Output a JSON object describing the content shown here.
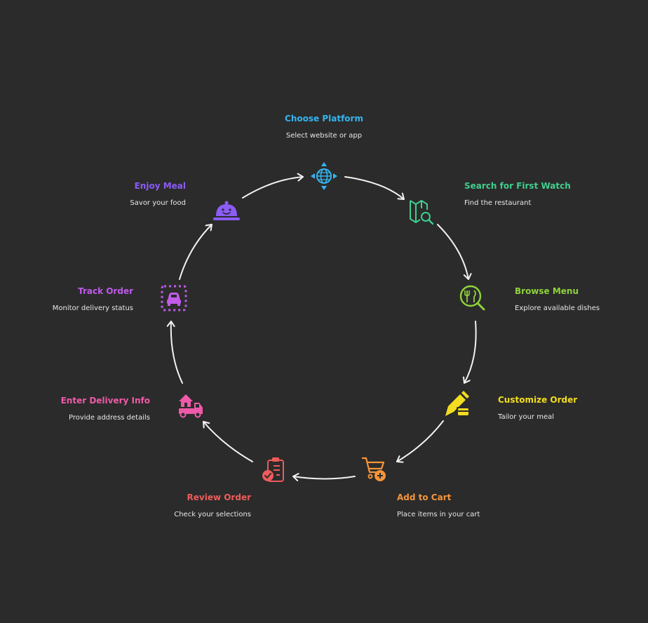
{
  "colors": {
    "background": "#2b2b2b",
    "arrow": "#f2f2f2",
    "description": "#e8e8e8"
  },
  "steps": [
    {
      "title": "Choose Platform",
      "description": "Select website or app",
      "color": "#33b5f0",
      "icon": "globe-icon"
    },
    {
      "title": "Search for First Watch",
      "description": "Find the restaurant",
      "color": "#3ecf8e",
      "icon": "map-search-icon"
    },
    {
      "title": "Browse Menu",
      "description": "Explore available dishes",
      "color": "#8fd33a",
      "icon": "menu-search-icon"
    },
    {
      "title": "Customize Order",
      "description": "Tailor your meal",
      "color": "#f3dd1f",
      "icon": "edit-card-icon"
    },
    {
      "title": "Add to Cart",
      "description": "Place items in your cart",
      "color": "#f5953a",
      "icon": "cart-add-icon"
    },
    {
      "title": "Review Order",
      "description": "Check your selections",
      "color": "#ef5b5b",
      "icon": "clipboard-check-icon"
    },
    {
      "title": "Enter Delivery Info",
      "description": "Provide address details",
      "color": "#ee5aa8",
      "icon": "delivery-truck-icon"
    },
    {
      "title": "Track Order",
      "description": "Monitor delivery status",
      "color": "#c05bea",
      "icon": "car-tracking-icon"
    },
    {
      "title": "Enjoy Meal",
      "description": "Savor your food",
      "color": "#8b5cf6",
      "icon": "food-cloche-icon"
    }
  ]
}
